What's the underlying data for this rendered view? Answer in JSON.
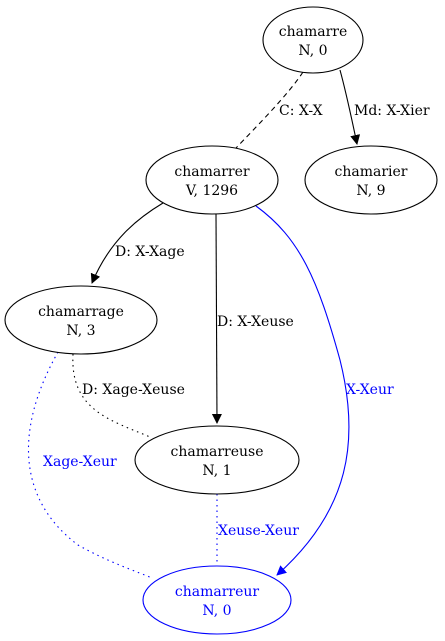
{
  "colors": {
    "default": "#000000",
    "highlight": "#0000ff"
  },
  "nodes": [
    {
      "id": "chamarre",
      "name": "chamarre",
      "info": "N, 0",
      "highlight": false
    },
    {
      "id": "chamarrer",
      "name": "chamarrer",
      "info": "V, 1296",
      "highlight": false
    },
    {
      "id": "chamarier",
      "name": "chamarier",
      "info": "N, 9",
      "highlight": false
    },
    {
      "id": "chamarrage",
      "name": "chamarrage",
      "info": "N, 3",
      "highlight": false
    },
    {
      "id": "chamarreuse",
      "name": "chamarreuse",
      "info": "N, 1",
      "highlight": false
    },
    {
      "id": "chamarreur",
      "name": "chamarreur",
      "info": "N, 0",
      "highlight": true
    }
  ],
  "edges": [
    {
      "id": "chamarre-chamarrer",
      "from": "chamarre",
      "to": "chamarrer",
      "label": "C: X-X",
      "style": "dashed",
      "highlight": false,
      "arrow": false
    },
    {
      "id": "chamarre-chamarier",
      "from": "chamarre",
      "to": "chamarier",
      "label": "Md: X-Xier",
      "style": "solid",
      "highlight": false,
      "arrow": true
    },
    {
      "id": "chamarrer-chamarrage",
      "from": "chamarrer",
      "to": "chamarrage",
      "label": "D: X-Xage",
      "style": "solid",
      "highlight": false,
      "arrow": true
    },
    {
      "id": "chamarrer-chamarreuse",
      "from": "chamarrer",
      "to": "chamarreuse",
      "label": "D: X-Xeuse",
      "style": "solid",
      "highlight": false,
      "arrow": true
    },
    {
      "id": "chamarrer-chamarreur",
      "from": "chamarrer",
      "to": "chamarreur",
      "label": "X-Xeur",
      "style": "solid",
      "highlight": true,
      "arrow": true
    },
    {
      "id": "chamarrage-chamarreuse",
      "from": "chamarrage",
      "to": "chamarreuse",
      "label": "D: Xage-Xeuse",
      "style": "dotted",
      "highlight": false,
      "arrow": false
    },
    {
      "id": "chamarrage-chamarreur",
      "from": "chamarrage",
      "to": "chamarreur",
      "label": "Xage-Xeur",
      "style": "dotted",
      "highlight": true,
      "arrow": false
    },
    {
      "id": "chamarreuse-chamarreur",
      "from": "chamarreuse",
      "to": "chamarreur",
      "label": "Xeuse-Xeur",
      "style": "dotted",
      "highlight": true,
      "arrow": false
    }
  ]
}
